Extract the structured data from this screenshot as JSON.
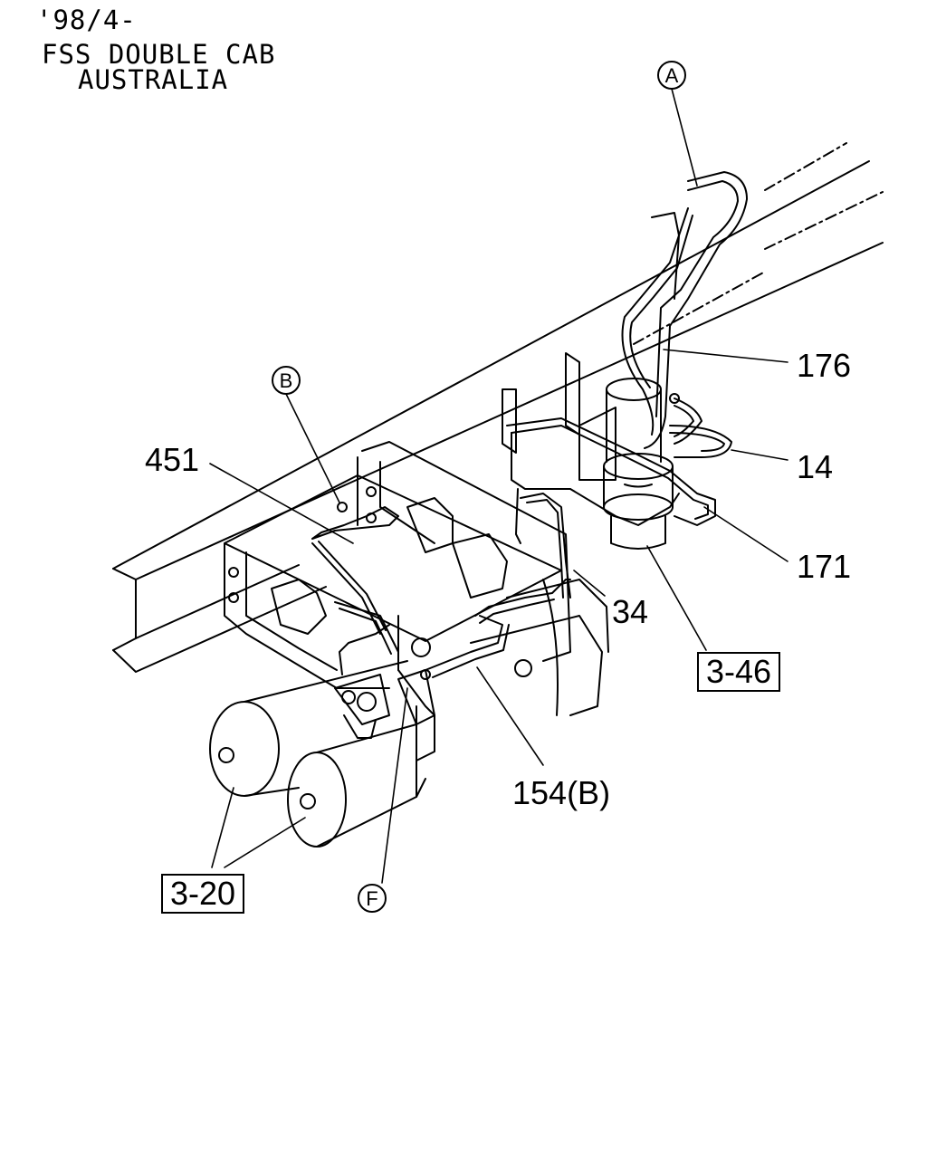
{
  "header": {
    "line1": "'98/4-",
    "line2": "FSS DOUBLE CAB",
    "line3": "AUSTRALIA"
  },
  "callouts": {
    "c176": "176",
    "c14": "14",
    "c171": "171",
    "c451": "451",
    "c34": "34",
    "c154b": "154(B)"
  },
  "references": {
    "r346": "3-46",
    "r320": "3-20"
  },
  "markers": {
    "a": "A",
    "b": "B",
    "f": "F"
  }
}
